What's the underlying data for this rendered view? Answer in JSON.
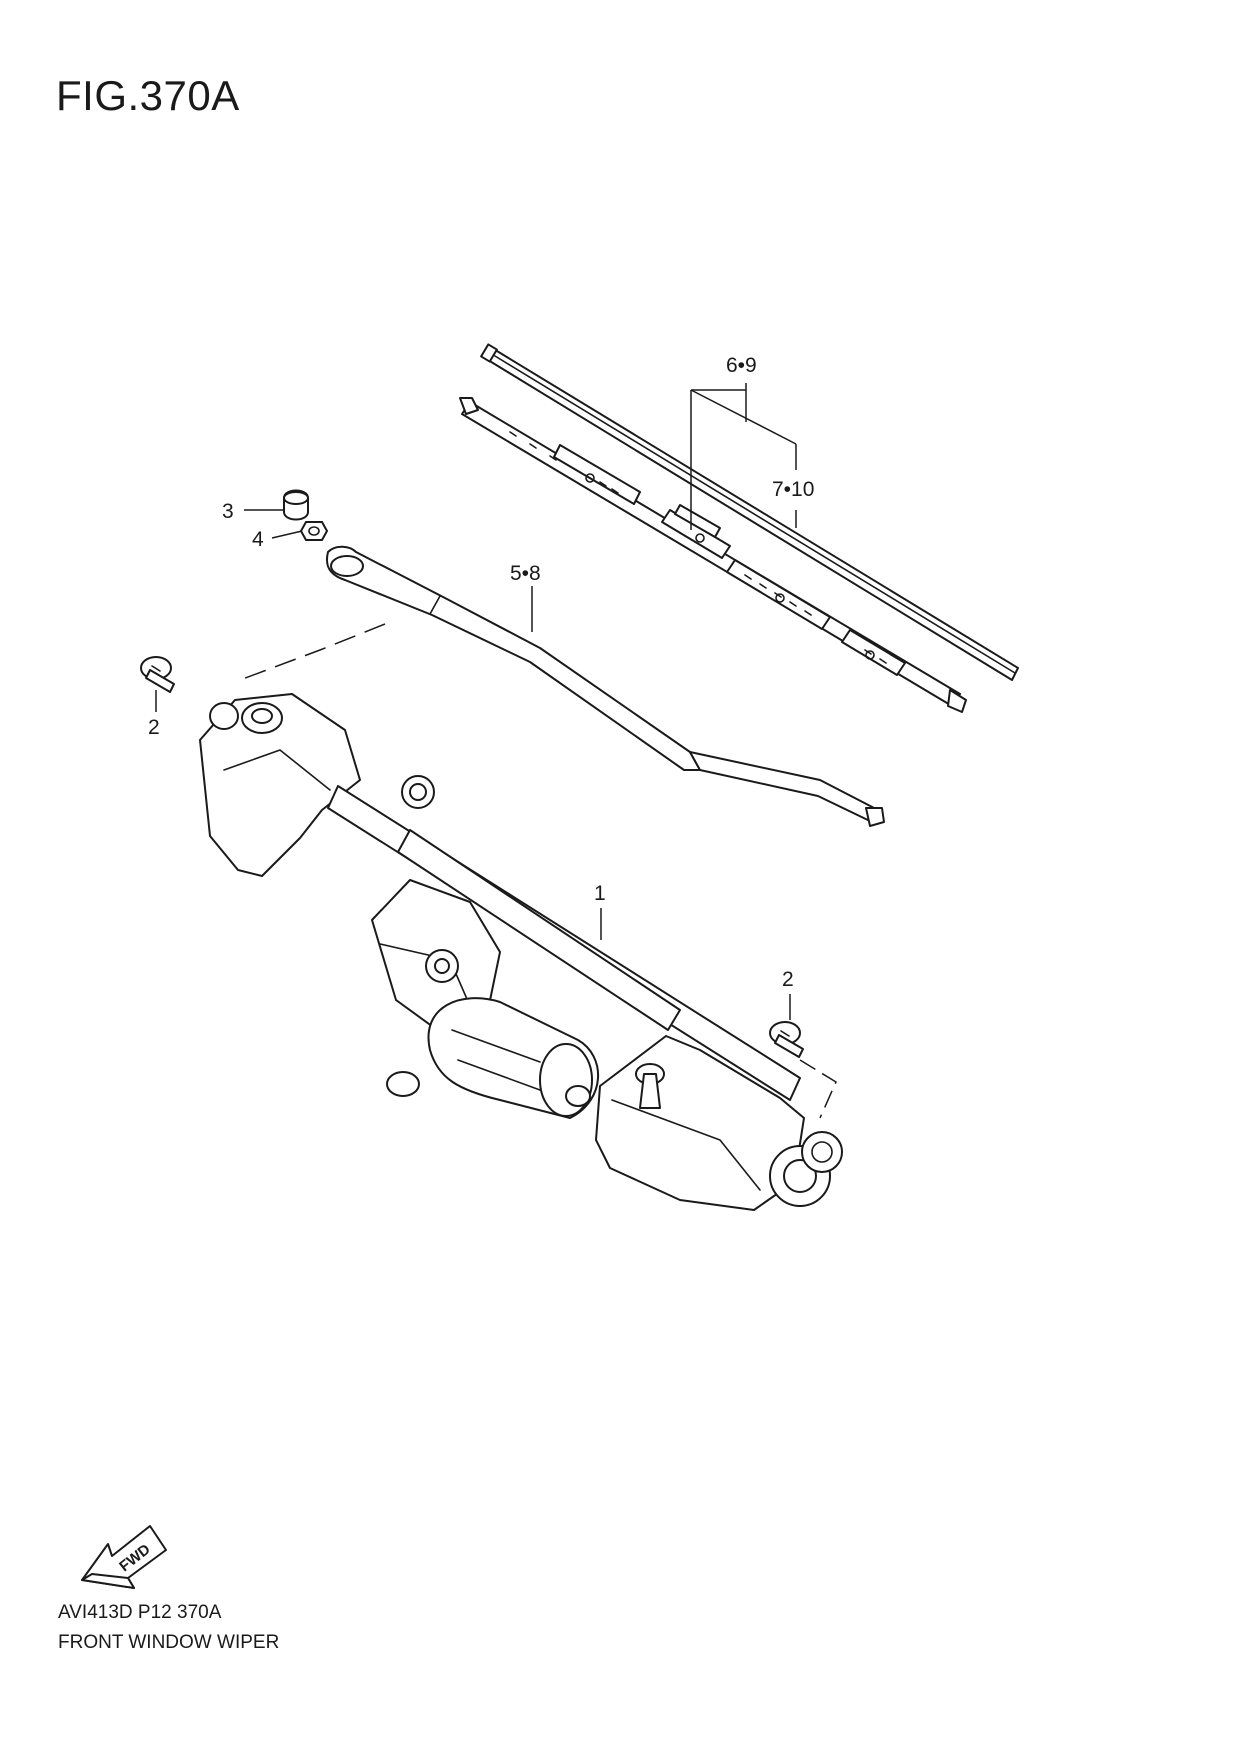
{
  "figure": {
    "title": "FIG.370A",
    "code": "AVI413D P12 370A",
    "description": "FRONT WINDOW WIPER",
    "fwd_label": "FWD"
  },
  "callouts": {
    "c1": "1",
    "c2a": "2",
    "c2b": "2",
    "c3": "3",
    "c4": "4",
    "c58": "5•8",
    "c69": "6•9",
    "c710": "7•10"
  }
}
